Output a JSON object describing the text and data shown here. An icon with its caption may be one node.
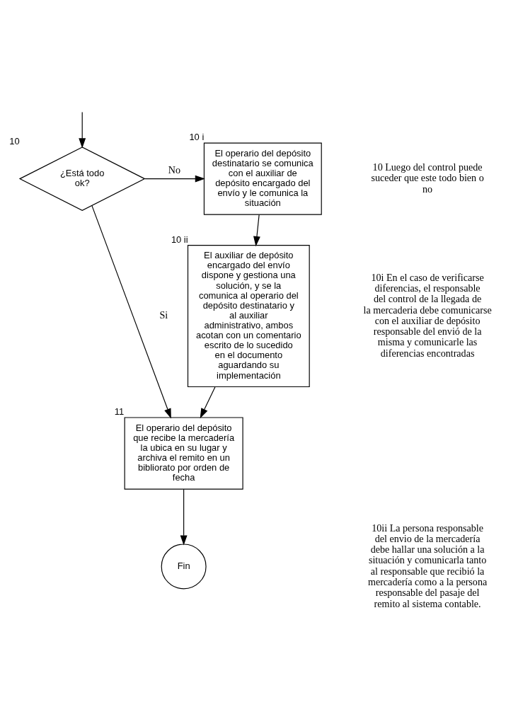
{
  "diagram": {
    "nodes": [
      {
        "text": [
          "¿Está todo ok?"
        ],
        "beside": [
          "10"
        ]
      },
      {
        "text": [
          "El operario del depósito destinatario se comunica con el auxiliar de depósito encargado del envío y le comunica la situación"
        ],
        "beside": [
          "10 i"
        ]
      },
      {
        "text": [
          "El auxiliar de depósito encargado del envío dispone y gestiona una solución, y se la comunica al operario del depósito destinatario y al auxiliar administrativo, ambos acotan con un comentario escrito de lo sucedido en el documento aguardando su implementación"
        ],
        "beside": [
          "10 ii"
        ]
      },
      {
        "text": [
          "El operario del depósito que recibe la mercadería la ubica en su lugar y archiva el remito en un bibliorato por orden de fecha"
        ],
        "beside": [
          "11"
        ]
      },
      {
        "text": [
          "Fin"
        ]
      }
    ],
    "edges": [
      {
        "from": null,
        "to": 0,
        "arrow": "to"
      },
      {
        "from": 0,
        "to": 1,
        "arrow": "to",
        "label": "No"
      },
      {
        "from": 0,
        "to": 3,
        "arrow": "to",
        "label": "Si"
      },
      {
        "from": 1,
        "to": 2,
        "arrow": "to"
      },
      {
        "from": 2,
        "to": 3,
        "arrow": "to"
      },
      {
        "from": 3,
        "to": 4,
        "arrow": "to"
      }
    ],
    "labels": [
      "10 Luego del control puede suceder que este todo bien o no",
      "10i En el caso de verificarse diferencias, el responsable del control de la llegada de la mercaderia debe comunicarse con el auxiliar de depósito responsable del envió de la misma y comunicarle las diferencias encontradas",
      "10ii La persona responsable del envio de la mercadería debe hallar una solución a la situación y comunicarla tanto al responsable que recibió la mercadería como a la persona responsable del pasaje del remito al sistema contable."
    ]
  }
}
